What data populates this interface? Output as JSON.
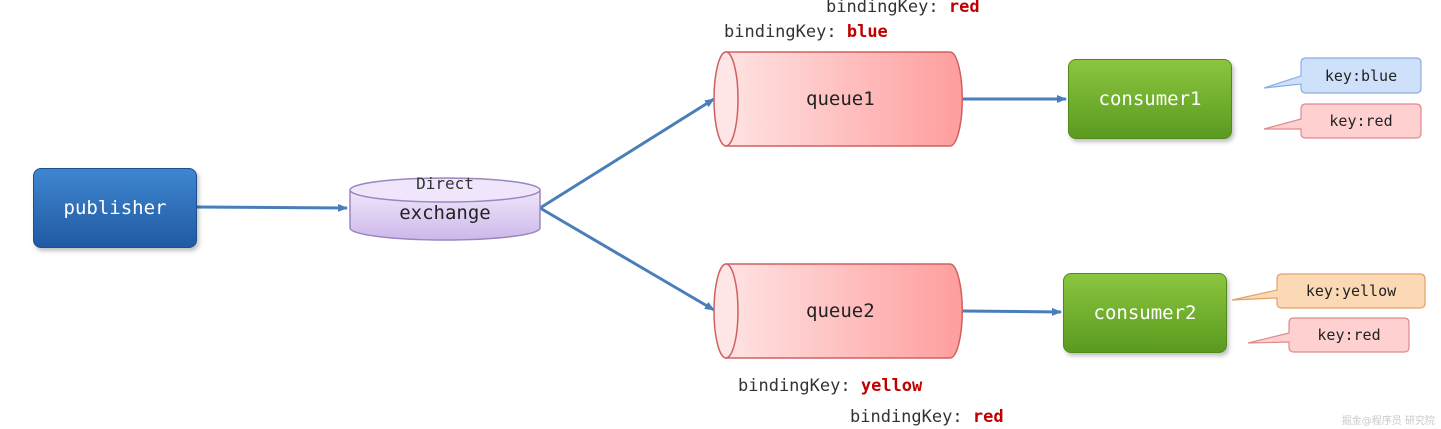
{
  "publisher": {
    "label": "publisher"
  },
  "exchange": {
    "type_label": "Direct",
    "label": "exchange"
  },
  "queues": [
    {
      "label": "queue1",
      "binding_keys": [
        {
          "prefix": "bindingKey:",
          "value": "red"
        },
        {
          "prefix": "bindingKey:",
          "value": "blue"
        }
      ]
    },
    {
      "label": "queue2",
      "binding_keys": [
        {
          "prefix": "bindingKey:",
          "value": "yellow"
        },
        {
          "prefix": "bindingKey:",
          "value": "red"
        }
      ]
    }
  ],
  "consumers": [
    {
      "label": "consumer1",
      "messages": [
        "key:blue",
        "key:red"
      ]
    },
    {
      "label": "consumer2",
      "messages": [
        "key:yellow",
        "key:red"
      ]
    }
  ],
  "watermark": "掘金@程序员 研究院",
  "colors": {
    "publisher": "#2b6cb8",
    "consumer": "#6aaa2a",
    "exchange": "#d8c8ee",
    "queue": "#ffb0b0",
    "arrow": "#4a7ebb",
    "binding_value": "#c00000",
    "callout_blue": "#cfe0fb",
    "callout_red": "#ffd0d0",
    "callout_yellow": "#fcd9b5"
  }
}
